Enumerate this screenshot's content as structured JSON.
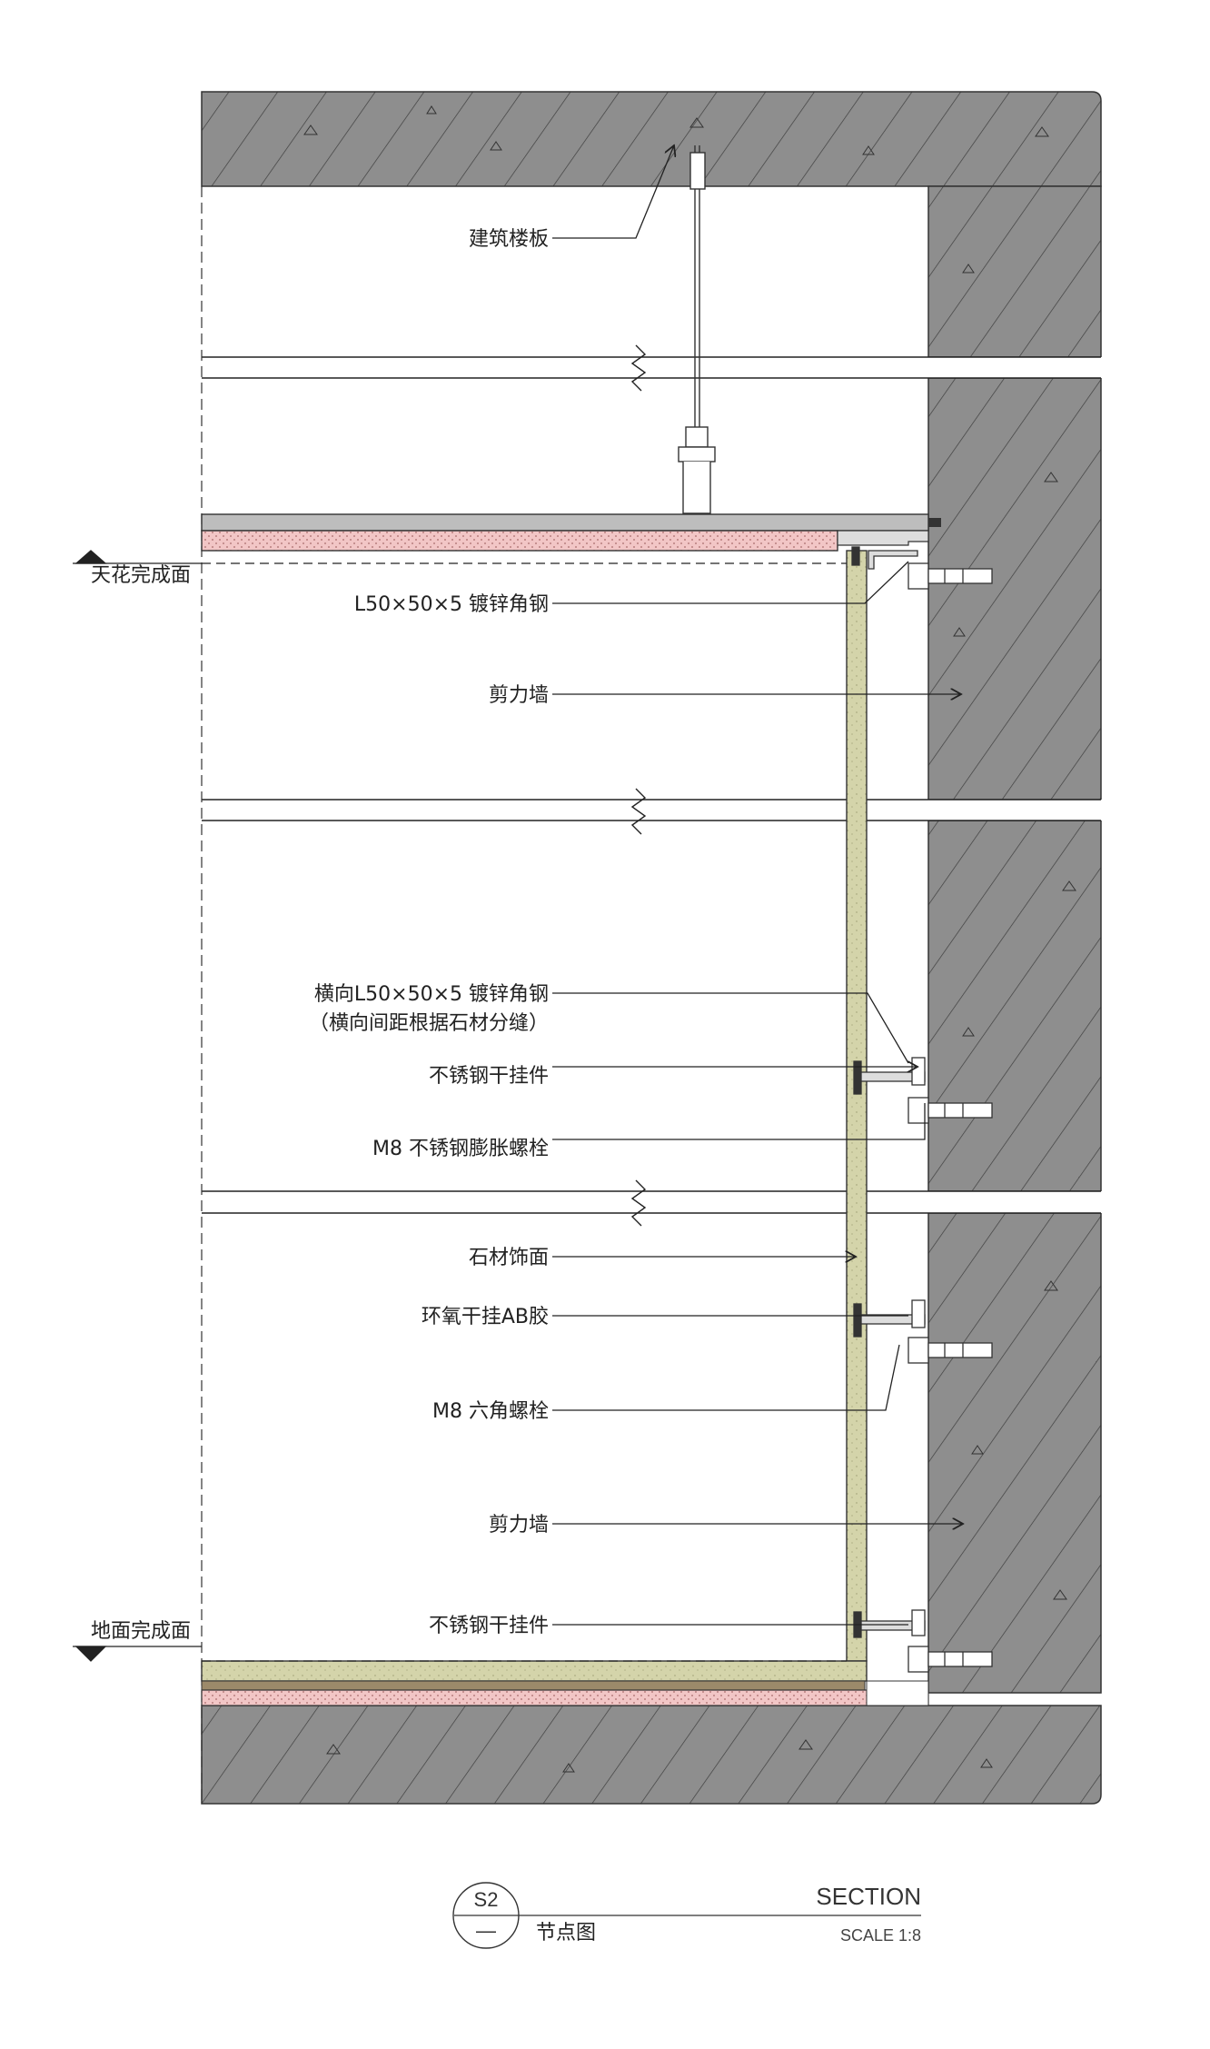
{
  "labels": {
    "floor_slab": "建筑楼板",
    "ceiling_level": "天花完成面",
    "angle_steel_top": "L50×50×5 镀锌角钢",
    "shear_wall_1": "剪力墙",
    "h_angle_line1": "横向L50×50×5 镀锌角钢",
    "h_angle_line2": "（横向间距根据石材分缝）",
    "ss_hanger_1": "不锈钢干挂件",
    "expansion_bolt": "M8 不锈钢膨胀螺栓",
    "stone_finish": "石材饰面",
    "epoxy_glue": "环氧干挂AB胶",
    "hex_bolt": "M8 六角螺栓",
    "shear_wall_2": "剪力墙",
    "ss_hanger_2": "不锈钢干挂件",
    "floor_level": "地面完成面"
  },
  "title_block": {
    "detail_code": "S2",
    "detail_sub": "—",
    "title": "SECTION",
    "scale": "SCALE 1:8",
    "subtitle": "节点图"
  },
  "colors": {
    "concrete": "#8e8e8e",
    "stone": "#d4d4aa",
    "pink_layer": "#f2c6c6",
    "line": "#222222"
  }
}
